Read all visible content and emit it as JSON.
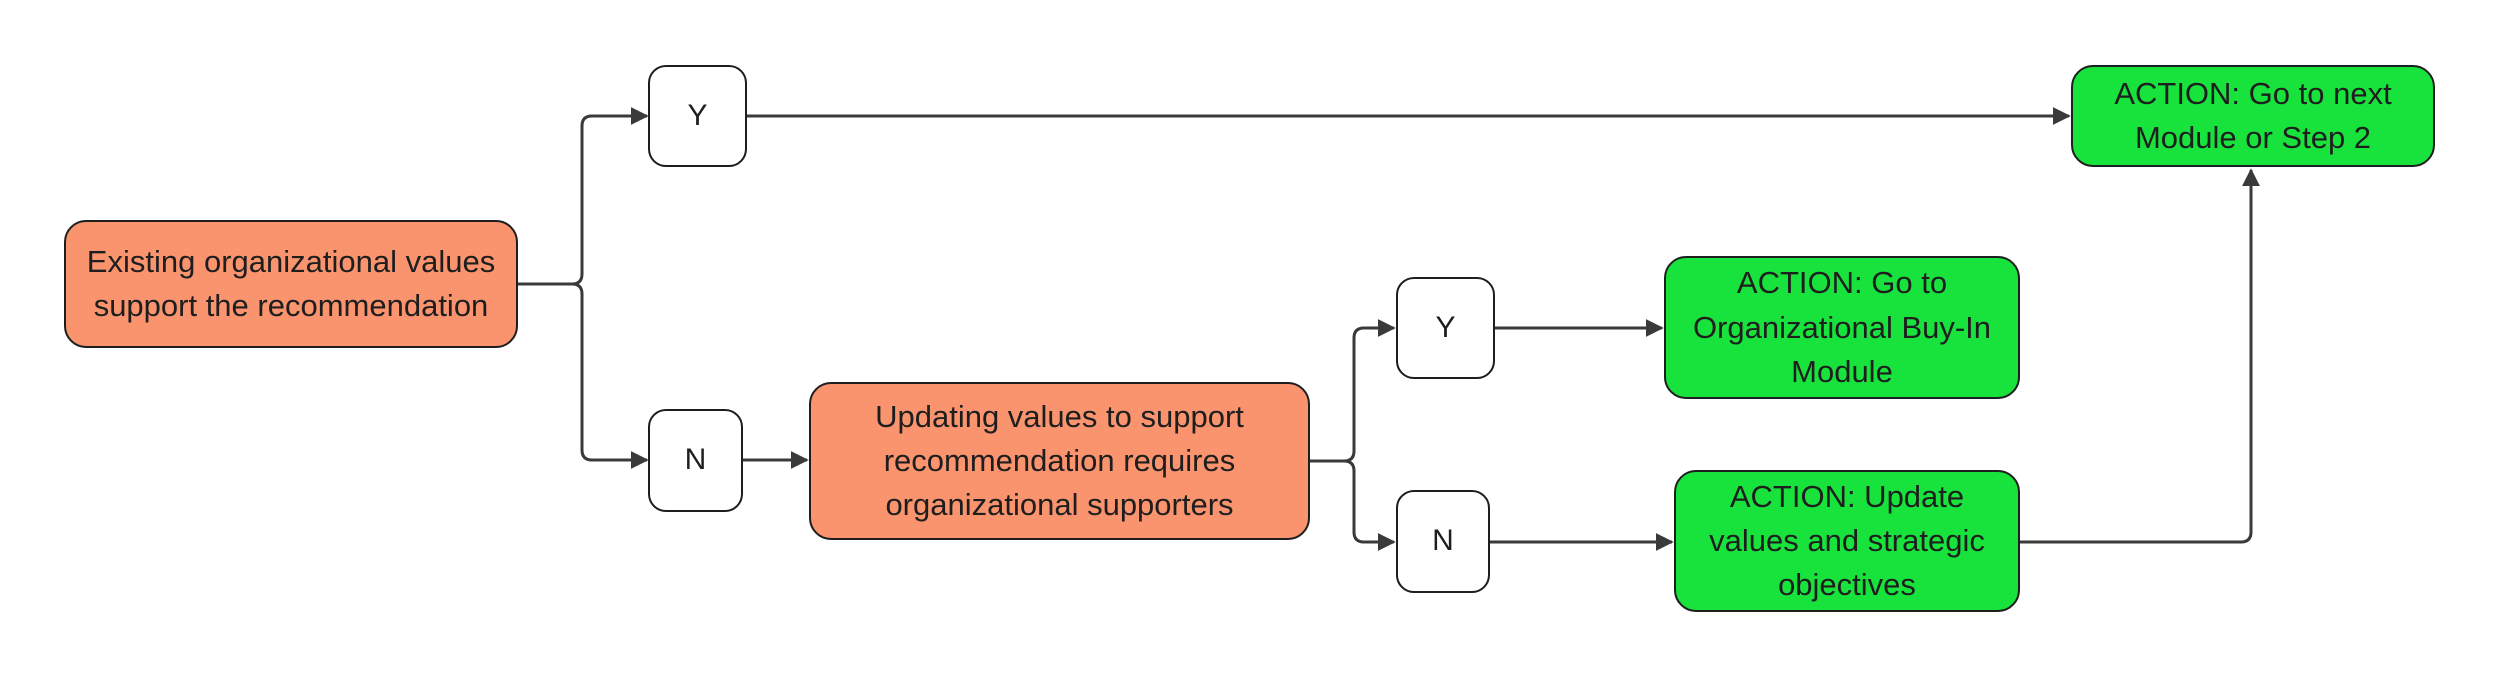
{
  "diagram": {
    "nodes": {
      "start_condition": "Existing organizational values\nsupport the recommendation",
      "answer_yes_top": "Y",
      "answer_no_top": "N",
      "second_condition": "Updating values to support\nrecommendation requires\norganizational supporters",
      "answer_yes_bottom": "Y",
      "answer_no_bottom": "N",
      "action_next_module": "ACTION: Go to next\nModule or Step 2",
      "action_buy_in": "ACTION: Go to\nOrganizational Buy-In\nModule",
      "action_update_values": "ACTION: Update\nvalues and strategic\nobjectives"
    },
    "colors": {
      "condition_fill": "#f9946e",
      "action_fill": "#18e23c",
      "answer_fill": "#ffffff",
      "stroke": "#1e1e1e"
    }
  }
}
